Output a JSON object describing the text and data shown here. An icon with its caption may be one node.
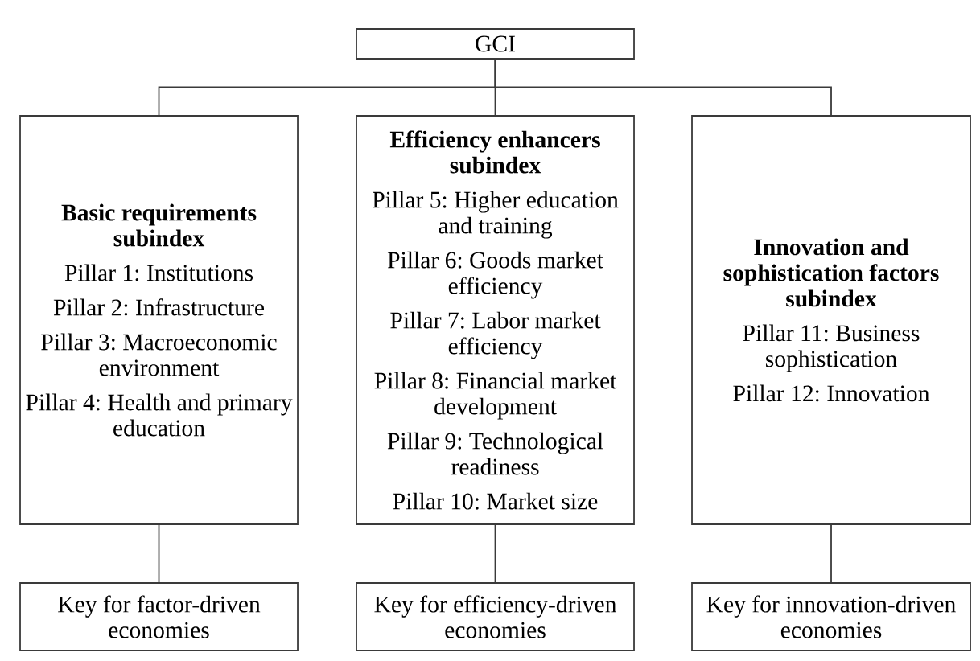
{
  "diagram": {
    "nodes": [
      {
        "text": [
          "GCI"
        ]
      },
      {
        "text": [
          "Basic requirements subindex",
          "Pillar 1: Institutions",
          "Pillar 2: Infrastructure",
          "Pillar 3: Macroeconomic environment",
          "Pillar 4: Health and primary education"
        ]
      },
      {
        "text": [
          "Efficiency enhancers subindex",
          "Pillar 5: Higher education and training",
          "Pillar 6: Goods market efficiency",
          "Pillar 7: Labor market efficiency",
          "Pillar 8: Financial market development",
          "Pillar 9: Technological readiness",
          "Pillar 10: Market size"
        ]
      },
      {
        "text": [
          "Innovation and sophistication factors subindex",
          "Pillar 11: Business sophistication",
          "Pillar 12: Innovation"
        ]
      },
      {
        "text": [
          "Key for factor-driven economies"
        ]
      },
      {
        "text": [
          "Key for efficiency-driven economies"
        ]
      },
      {
        "text": [
          "Key for innovation-driven economies"
        ]
      }
    ],
    "edges": [
      {
        "from": 0,
        "to": 1,
        "arrow": "none"
      },
      {
        "from": 0,
        "to": 2,
        "arrow": "none"
      },
      {
        "from": 0,
        "to": 3,
        "arrow": "none"
      },
      {
        "from": 1,
        "to": 4,
        "arrow": "none"
      },
      {
        "from": 2,
        "to": 5,
        "arrow": "none"
      },
      {
        "from": 3,
        "to": 6,
        "arrow": "none"
      }
    ]
  }
}
